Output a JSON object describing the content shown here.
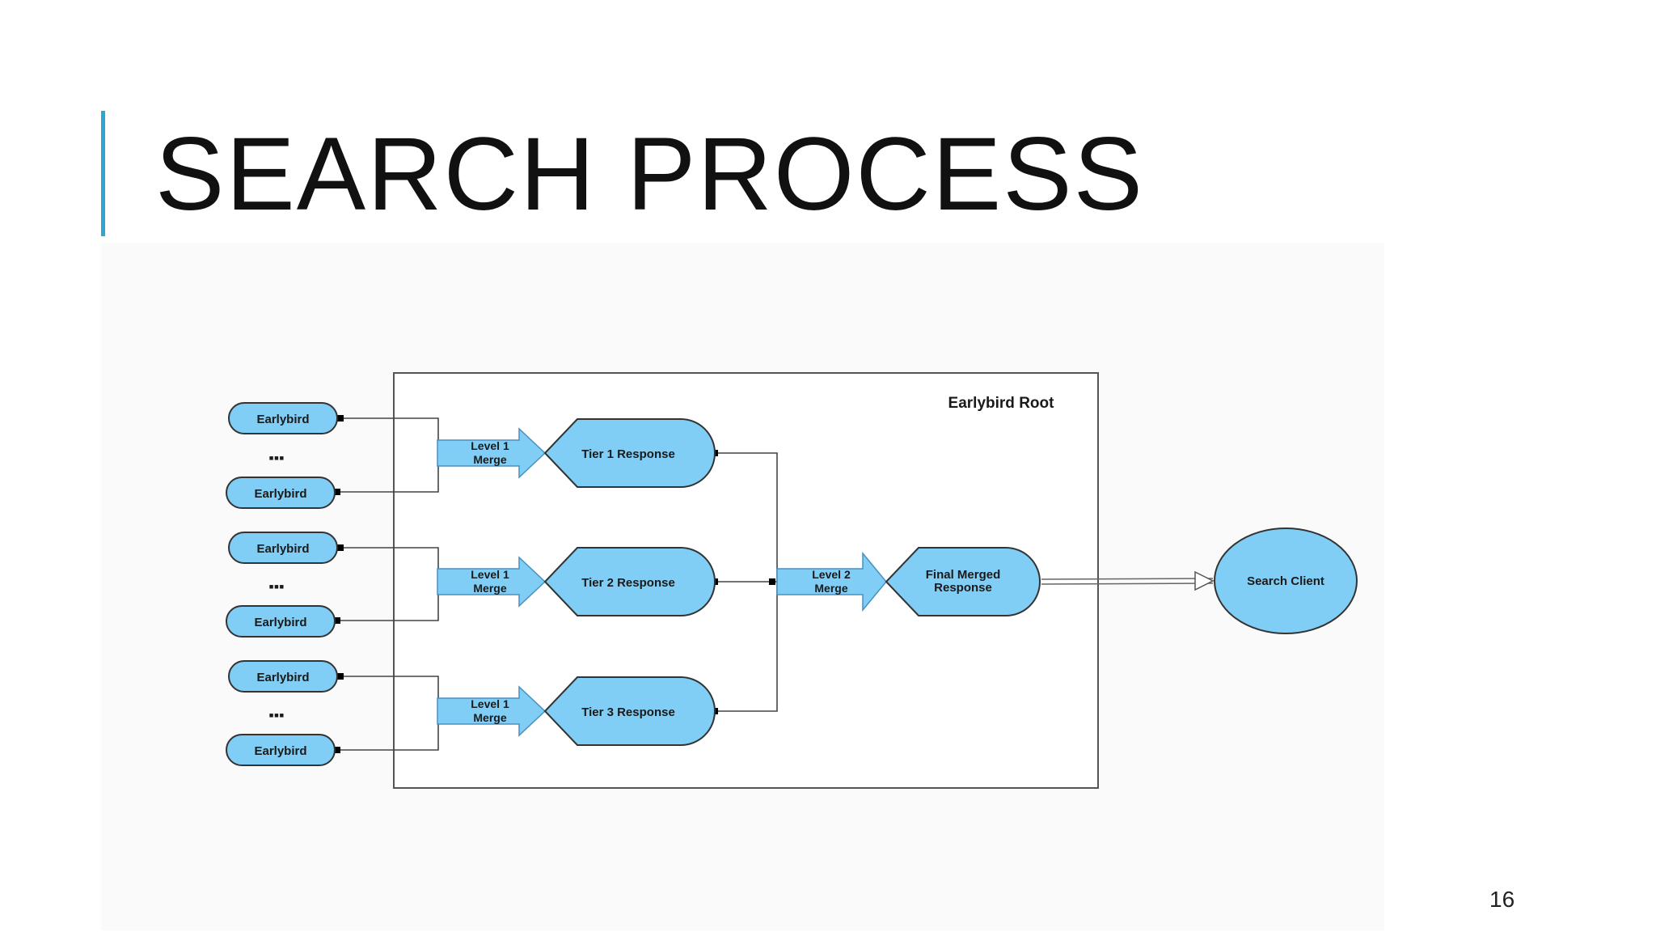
{
  "slide": {
    "title": "SEARCH PROCESS",
    "page_number": "16",
    "accent_color": "#29a8d1"
  },
  "diagram": {
    "container_label": "Earlybird Root",
    "node_color": "#80cdf5",
    "ellipsis": "▪▪▪",
    "earlybird_label": "Earlybird",
    "level1_merge_label": [
      "Level 1",
      "Merge"
    ],
    "level2_merge_label": [
      "Level 2",
      "Merge"
    ],
    "tiers": [
      {
        "response": "Tier 1 Response"
      },
      {
        "response": "Tier 2 Response"
      },
      {
        "response": "Tier 3 Response"
      }
    ],
    "final_response": [
      "Final Merged",
      "Response"
    ],
    "client": "Search Client"
  }
}
